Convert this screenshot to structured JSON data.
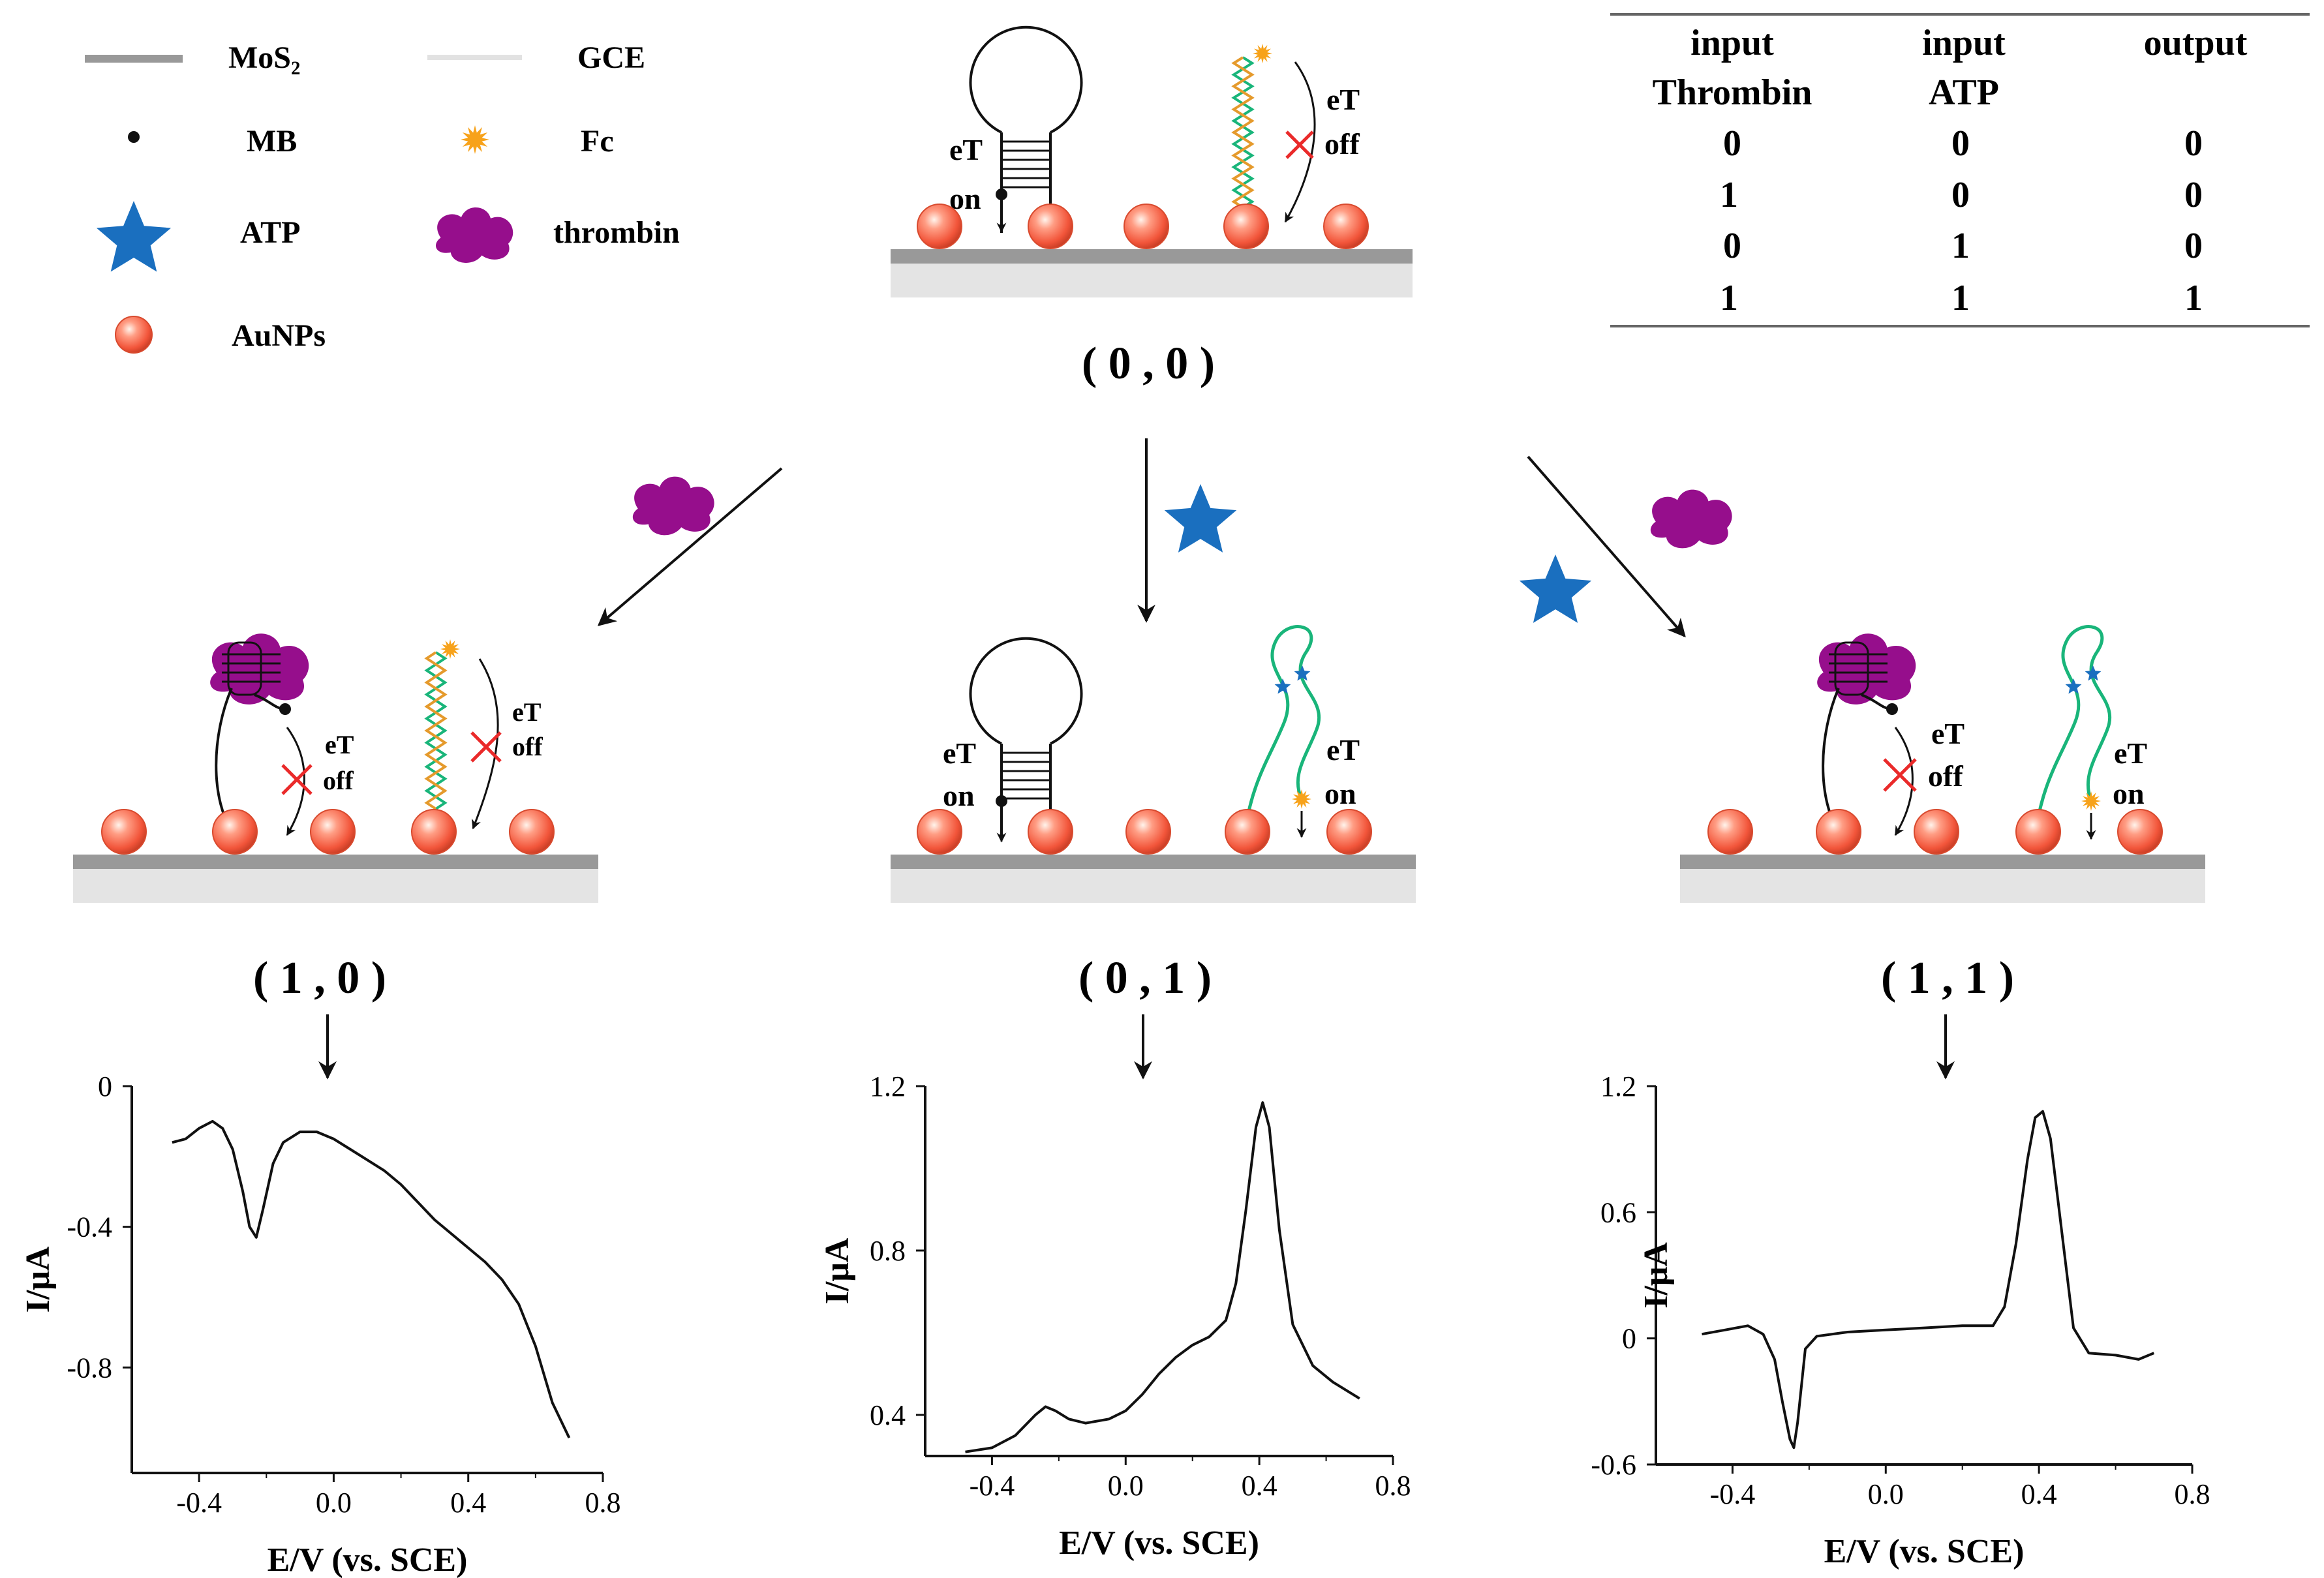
{
  "legend": {
    "mos2": "MoS₂",
    "gce": "GCE",
    "mb": "MB",
    "fc": "Fc",
    "atp": "ATP",
    "thrombin": "thrombin",
    "aunps": "AuNPs"
  },
  "truth_table": {
    "headers": [
      [
        "input",
        "Thrombin"
      ],
      [
        "input",
        "ATP"
      ],
      [
        "output",
        ""
      ]
    ],
    "rows": [
      [
        "0",
        "0",
        "0"
      ],
      [
        "1",
        "0",
        "0"
      ],
      [
        "0",
        "1",
        "0"
      ],
      [
        "1",
        "1",
        "1"
      ]
    ]
  },
  "electrode_labels": {
    "eT": "eT",
    "on": "on",
    "off": "off"
  },
  "states": {
    "s00": "( 0 , 0 )",
    "s10": "( 1 , 0 )",
    "s01": "( 0 , 1 )",
    "s11": "( 1 , 1 )"
  },
  "colors": {
    "mos2": "#999999",
    "gce": "#e4e4e4",
    "aunp": "#f2553a",
    "thrombin": "#960e8c",
    "atp": "#1a6fbf",
    "fc": "#f7a21a",
    "dna_green": "#19b57a",
    "dna_orange": "#e59a2c",
    "cross": "#ea2a2a"
  },
  "icons": [
    "thrombin-blob",
    "atp-star",
    "fc-burst",
    "mb-dot",
    "aunp-sphere",
    "hairpin-probe",
    "cross-icon",
    "arrow-icon"
  ],
  "chart_data": [
    {
      "type": "line",
      "state": "( 1 , 0 )",
      "xlabel": "E/V (vs. SCE)",
      "ylabel": "I/μA",
      "xlim": [
        -0.6,
        0.8
      ],
      "ylim": [
        -1.1,
        0
      ],
      "xticks": [
        "-0.4",
        "0.0",
        "0.4",
        "0.8"
      ],
      "yticks": [
        "0",
        "-0.4",
        "-0.8"
      ],
      "ytick_values": [
        0,
        -0.4,
        -0.8
      ],
      "x": [
        -0.48,
        -0.44,
        -0.4,
        -0.36,
        -0.33,
        -0.3,
        -0.27,
        -0.25,
        -0.23,
        -0.21,
        -0.18,
        -0.15,
        -0.1,
        -0.05,
        0.0,
        0.05,
        0.1,
        0.15,
        0.2,
        0.25,
        0.3,
        0.35,
        0.4,
        0.45,
        0.5,
        0.55,
        0.6,
        0.65,
        0.7
      ],
      "y": [
        -0.16,
        -0.15,
        -0.12,
        -0.1,
        -0.12,
        -0.18,
        -0.3,
        -0.4,
        -0.43,
        -0.35,
        -0.22,
        -0.16,
        -0.13,
        -0.13,
        -0.15,
        -0.18,
        -0.21,
        -0.24,
        -0.28,
        -0.33,
        -0.38,
        -0.42,
        -0.46,
        -0.5,
        -0.55,
        -0.62,
        -0.74,
        -0.9,
        -1.0
      ]
    },
    {
      "type": "line",
      "state": "( 0 , 1 )",
      "xlabel": "E/V (vs. SCE)",
      "ylabel": "I/μA",
      "xlim": [
        -0.6,
        0.8
      ],
      "ylim": [
        0.3,
        1.2
      ],
      "xticks": [
        "-0.4",
        "0.0",
        "0.4",
        "0.8"
      ],
      "yticks": [
        "0.4",
        "0.8",
        "1.2"
      ],
      "ytick_values": [
        0.4,
        0.8,
        1.2
      ],
      "x": [
        -0.48,
        -0.4,
        -0.33,
        -0.27,
        -0.24,
        -0.21,
        -0.17,
        -0.12,
        -0.05,
        0.0,
        0.05,
        0.1,
        0.15,
        0.2,
        0.25,
        0.3,
        0.33,
        0.36,
        0.39,
        0.41,
        0.43,
        0.46,
        0.5,
        0.56,
        0.62,
        0.7
      ],
      "y": [
        0.31,
        0.32,
        0.35,
        0.4,
        0.42,
        0.41,
        0.39,
        0.38,
        0.39,
        0.41,
        0.45,
        0.5,
        0.54,
        0.57,
        0.59,
        0.63,
        0.72,
        0.9,
        1.1,
        1.16,
        1.1,
        0.85,
        0.62,
        0.52,
        0.48,
        0.44
      ]
    },
    {
      "type": "line",
      "state": "( 1 , 1 )",
      "xlabel": "E/V (vs. SCE)",
      "ylabel": "I/μA",
      "xlim": [
        -0.6,
        0.8
      ],
      "ylim": [
        -0.6,
        1.2
      ],
      "xticks": [
        "-0.4",
        "0.0",
        "0.4",
        "0.8"
      ],
      "yticks": [
        "1.2",
        "0.6",
        "0",
        "-0.6"
      ],
      "ytick_values": [
        1.2,
        0.6,
        0,
        -0.6
      ],
      "x": [
        -0.48,
        -0.42,
        -0.36,
        -0.32,
        -0.29,
        -0.27,
        -0.25,
        -0.24,
        -0.23,
        -0.21,
        -0.18,
        -0.1,
        0.0,
        0.1,
        0.2,
        0.28,
        0.31,
        0.34,
        0.37,
        0.39,
        0.41,
        0.43,
        0.46,
        0.49,
        0.53,
        0.6,
        0.66,
        0.7
      ],
      "y": [
        0.02,
        0.04,
        0.06,
        0.02,
        -0.1,
        -0.3,
        -0.48,
        -0.52,
        -0.4,
        -0.05,
        0.01,
        0.03,
        0.04,
        0.05,
        0.06,
        0.06,
        0.15,
        0.45,
        0.85,
        1.05,
        1.08,
        0.95,
        0.5,
        0.05,
        -0.07,
        -0.08,
        -0.1,
        -0.07
      ]
    }
  ]
}
